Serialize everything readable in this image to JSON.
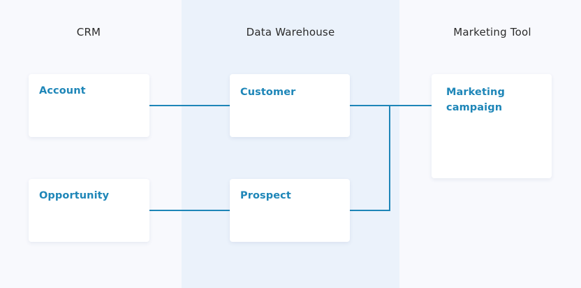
{
  "colors": {
    "background": "#f8f9fd",
    "band": "#ebf2fb",
    "card_text": "#1e86b8",
    "connector": "#1e86b8",
    "title_text": "#2b2b2b"
  },
  "columns": {
    "crm": "CRM",
    "warehouse": "Data Warehouse",
    "marketing": "Marketing Tool"
  },
  "cards": {
    "account": "Account",
    "opportunity": "Opportunity",
    "customer": "Customer",
    "prospect": "Prospect",
    "campaign_line1": "Marketing",
    "campaign_line2": "campaign"
  }
}
